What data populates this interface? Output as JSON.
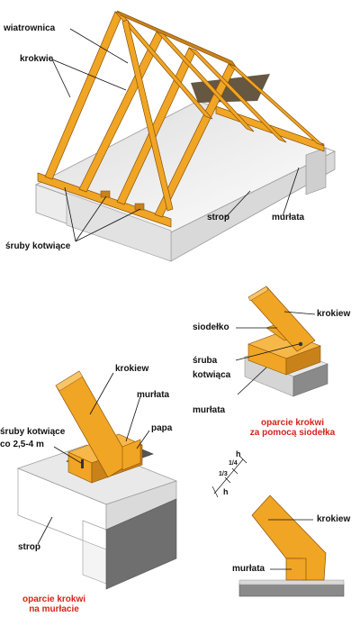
{
  "colors": {
    "timber": "#f0a524",
    "timber_dark": "#c9821a",
    "timber_edge": "#8a5208",
    "concrete": "#f1f1f1",
    "concrete_shade": "#c9c9c9",
    "concrete_side": "#e4e4e4",
    "dark_block": "#6a6a6a",
    "caption_red": "#d4241a"
  },
  "roof_diagram": {
    "labels": {
      "wiatrownica": "wiatrownica",
      "krokwie": "krokwie",
      "sruby_kotwiace": "śruby kotwiące",
      "strop": "strop",
      "murlata": "murłata"
    }
  },
  "saddle_diagram": {
    "labels": {
      "siodelko": "siodełko",
      "krokiew": "krokiew",
      "sruba_line1": "śruba",
      "sruba_line2": "kotwiąca",
      "murlata": "murłata"
    },
    "caption_line1": "oparcie krokwi",
    "caption_line2": "za pomocą siodełka"
  },
  "wall_diagram": {
    "labels": {
      "krokiew": "krokiew",
      "murlata": "murłata",
      "papa": "papa",
      "sruby_line1": "śruby kotwiące",
      "sruby_line2": "co 2,5-4 m",
      "strop": "strop"
    },
    "caption_line1": "oparcie krokwi",
    "caption_line2": "na murłacie"
  },
  "notch_diagram": {
    "labels": {
      "krokiew": "krokiew",
      "murlata": "murłata"
    },
    "dimension_marks": [
      "h",
      "1/4",
      "1/3",
      "h"
    ]
  }
}
